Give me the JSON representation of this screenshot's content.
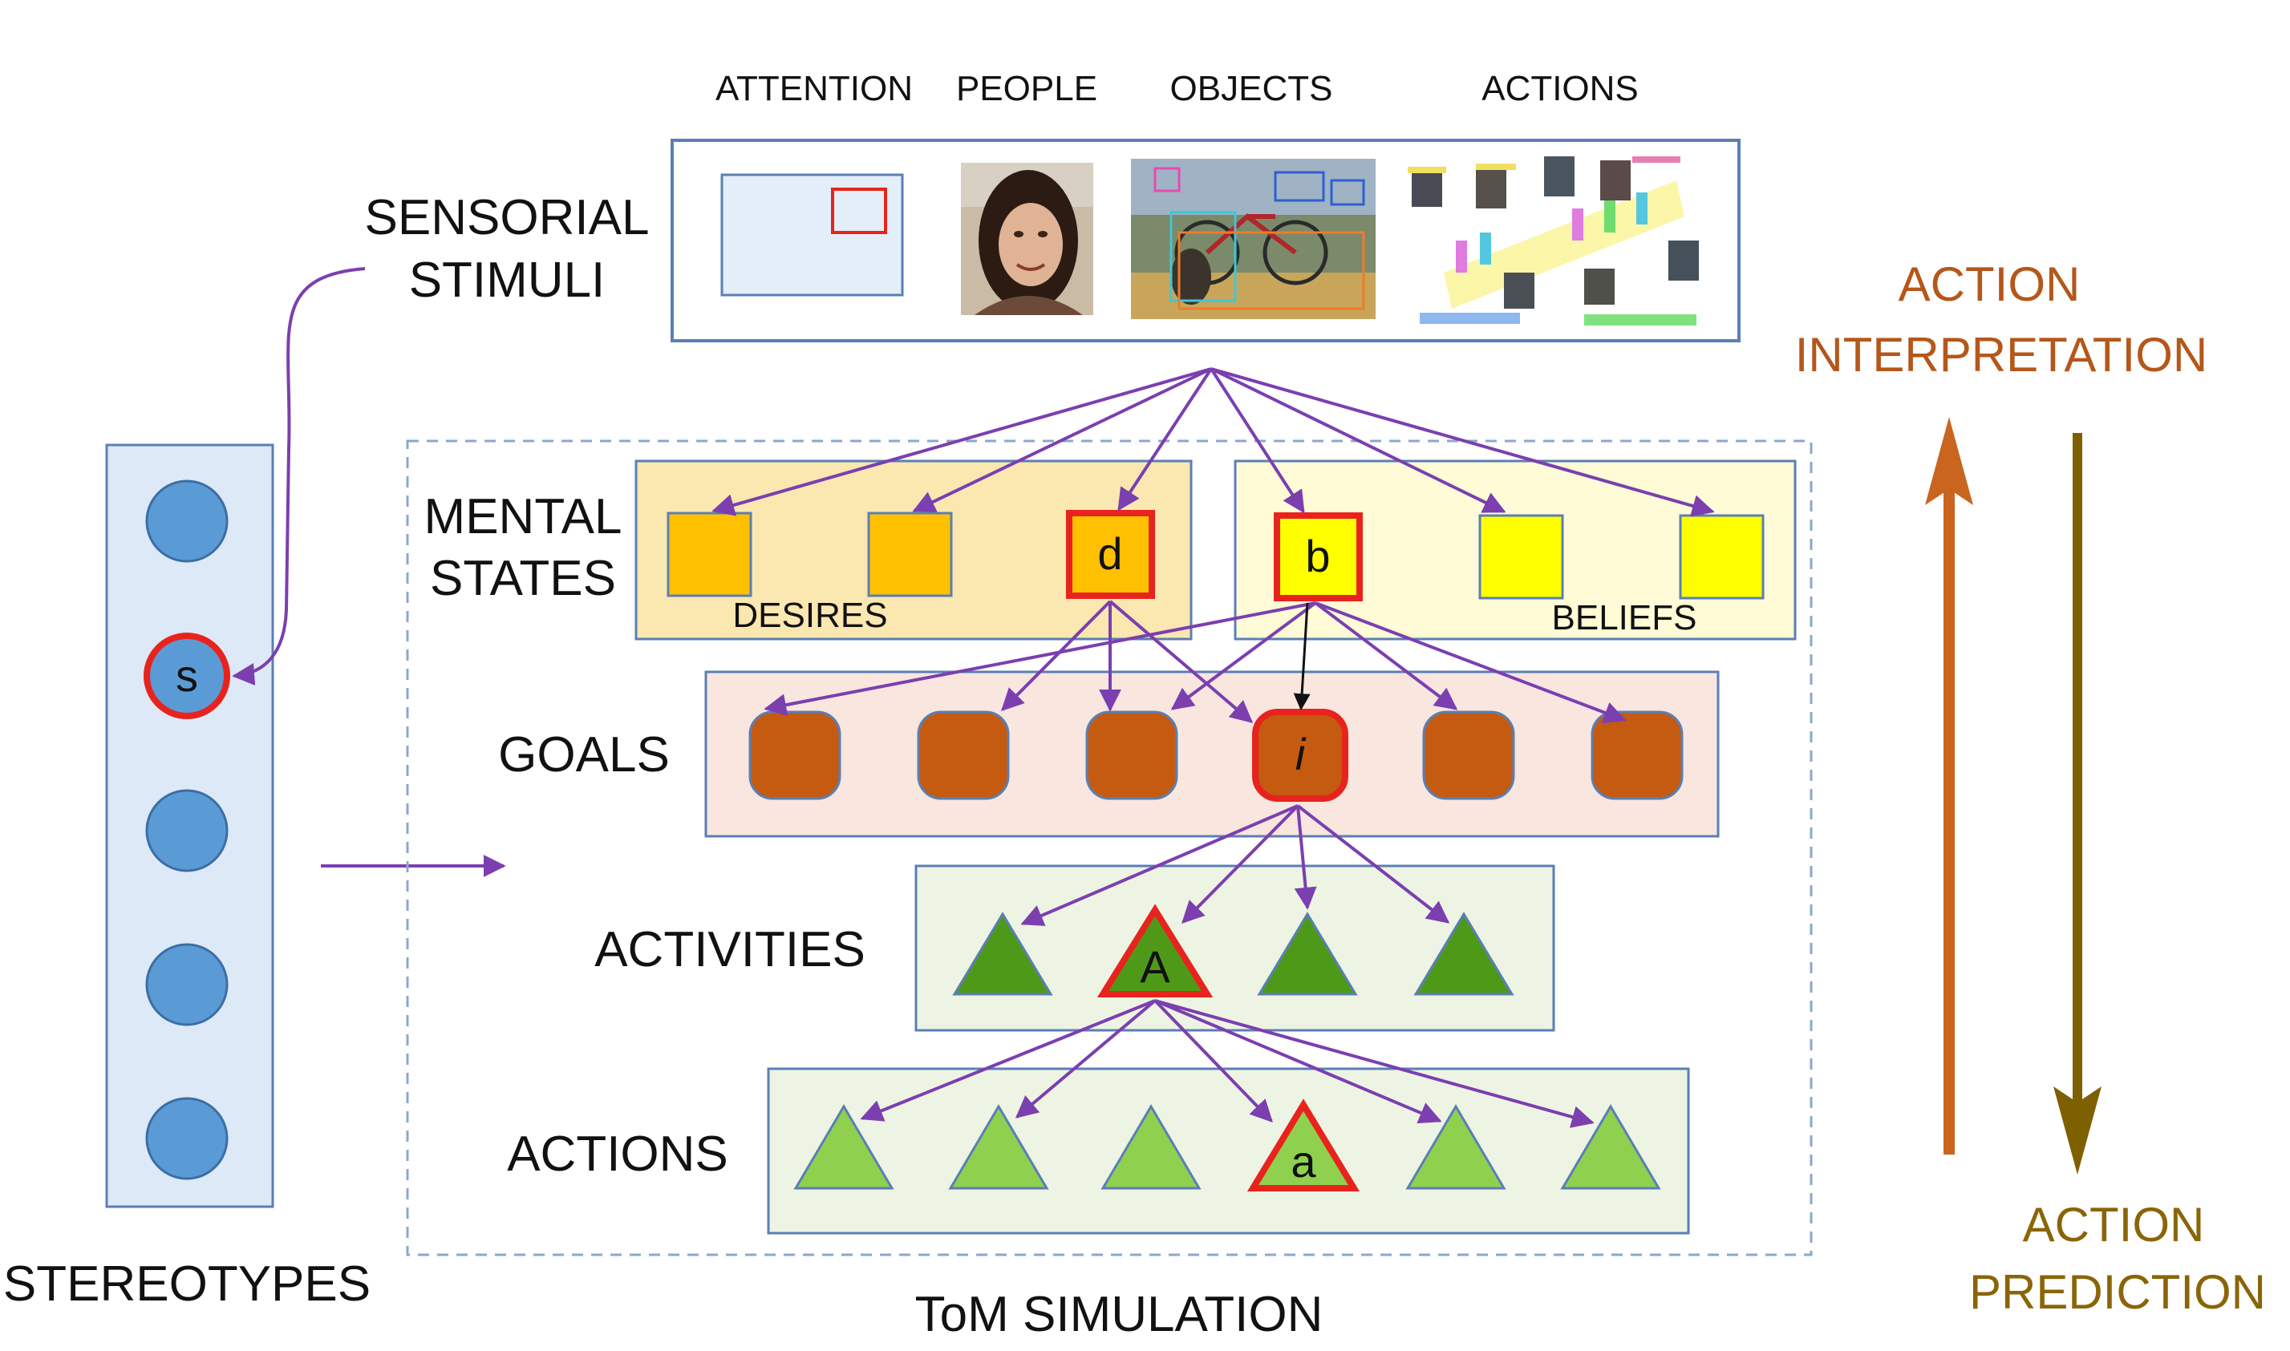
{
  "header_labels": {
    "attention": "ATTENTION",
    "people": "PEOPLE",
    "objects": "OBJECTS",
    "actions": "ACTIONS"
  },
  "sensorial": {
    "line1": "SENSORIAL",
    "line2": "STIMULI"
  },
  "stereotypes": {
    "label": "STEREOTYPES",
    "highlight_letter": "s"
  },
  "tom_simulation": "ToM SIMULATION",
  "mental_states": {
    "line1": "MENTAL",
    "line2": "STATES",
    "desires_label": "DESIRES",
    "beliefs_label": "BELIEFS",
    "desire_letter": "d",
    "belief_letter": "b"
  },
  "goals": {
    "label": "GOALS",
    "highlight_letter": "i"
  },
  "activities": {
    "label": "ACTIVITIES",
    "highlight_letter": "A"
  },
  "actions_row": {
    "label": "ACTIONS",
    "highlight_letter": "a"
  },
  "interpretation": {
    "line1": "ACTION",
    "line2": "INTERPRETATION"
  },
  "prediction": {
    "line1": "ACTION",
    "line2": "PREDICTION"
  },
  "colors": {
    "arrow_purple": "#7b3fb0",
    "highlight_red": "#e8231d",
    "stereotype_blue": "#5b9bd5",
    "desire_orange": "#ffc000",
    "belief_yellow": "#ffff00",
    "goal_brown": "#c55a11",
    "activity_green": "#4e9a18",
    "action_green": "#8fd14f",
    "interpretation_orange": "#c9651f",
    "prediction_brown": "#7f6000"
  }
}
